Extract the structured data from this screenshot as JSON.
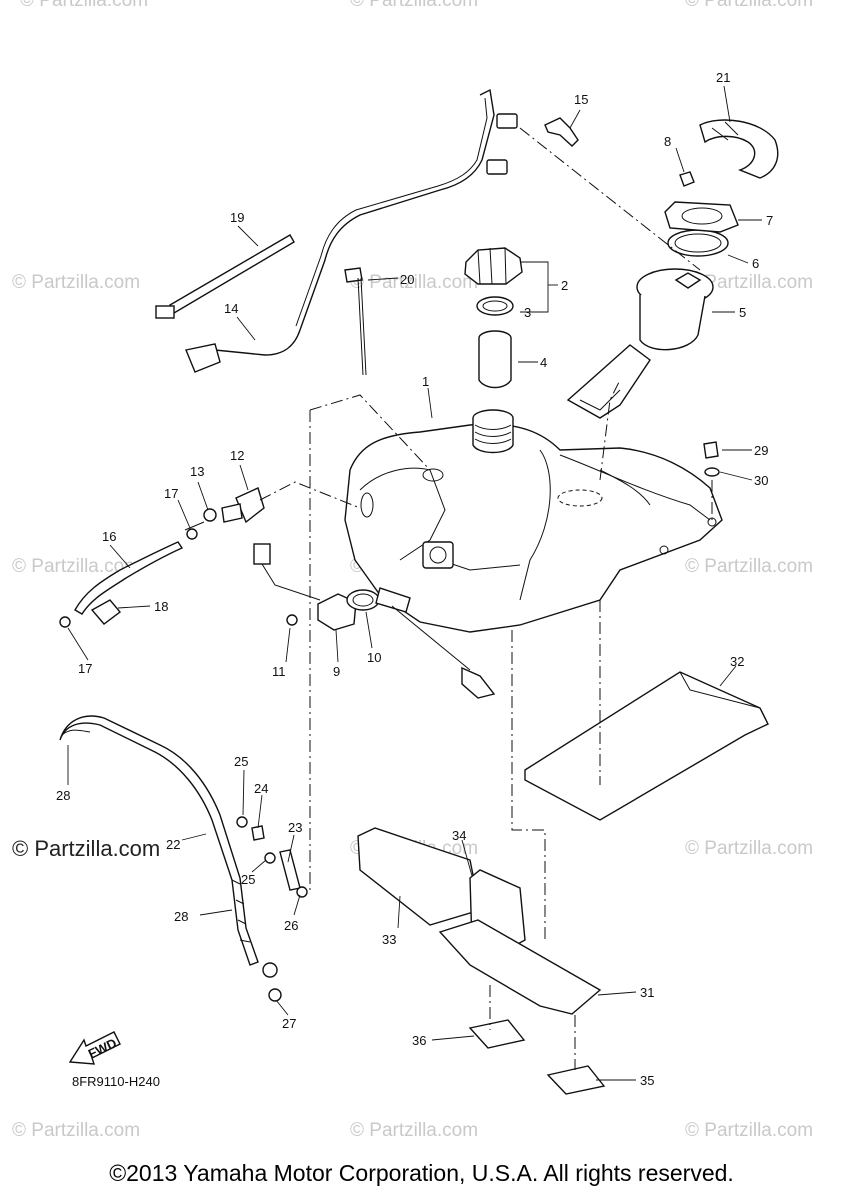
{
  "watermarks": {
    "text": "© Partzilla.com",
    "main": "© Partzilla.com"
  },
  "diagram_code": "8FR9110-H240",
  "fwd_label": "FWD",
  "copyright": "©2013 Yamaha Motor Corporation, U.S.A. All rights reserved.",
  "callouts": [
    "1",
    "2",
    "3",
    "4",
    "5",
    "6",
    "7",
    "8",
    "9",
    "10",
    "11",
    "12",
    "13",
    "14",
    "15",
    "16",
    "17",
    "17",
    "18",
    "19",
    "20",
    "21",
    "22",
    "23",
    "24",
    "25",
    "25",
    "26",
    "27",
    "28",
    "28",
    "29",
    "30",
    "31",
    "32",
    "33",
    "34",
    "35",
    "36"
  ]
}
